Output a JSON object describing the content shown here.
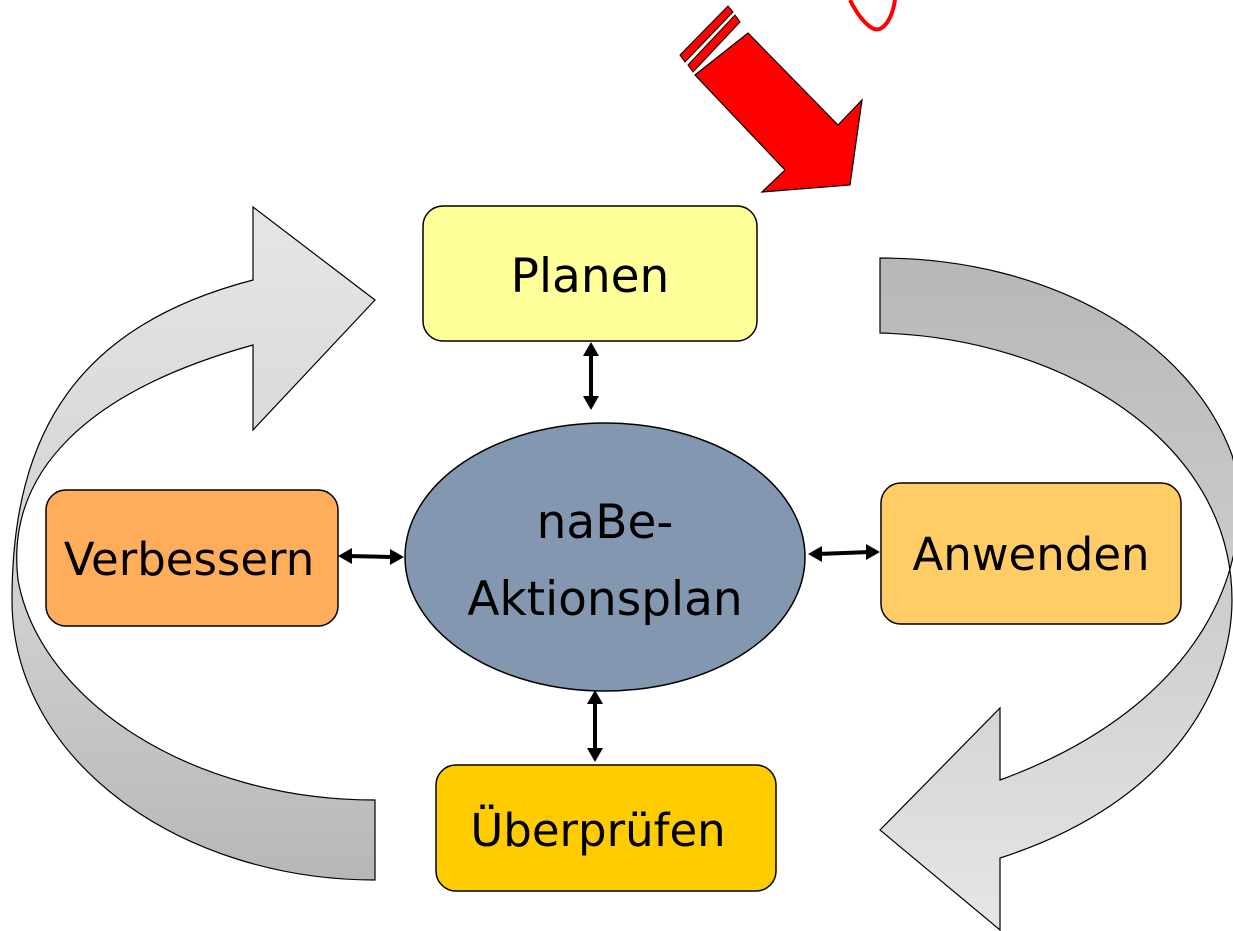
{
  "diagram": {
    "center": {
      "line1": "naBe-",
      "line2": "Aktionsplan",
      "color": "#8497b0"
    },
    "nodes": {
      "planen": {
        "label": "Planen",
        "color": "#ffff99"
      },
      "anwenden": {
        "label": "Anwenden",
        "color": "#ffcc66"
      },
      "ueberpruefen": {
        "label": "Überprüfen",
        "color": "#ffcc00"
      },
      "verbessern": {
        "label": "Verbessern",
        "color": "#ffac5b"
      }
    },
    "cycle_arrow_colors": {
      "light": "#e6e6e6",
      "dark": "#b7b7b7"
    },
    "entry_arrow_color": "#ff0000"
  }
}
